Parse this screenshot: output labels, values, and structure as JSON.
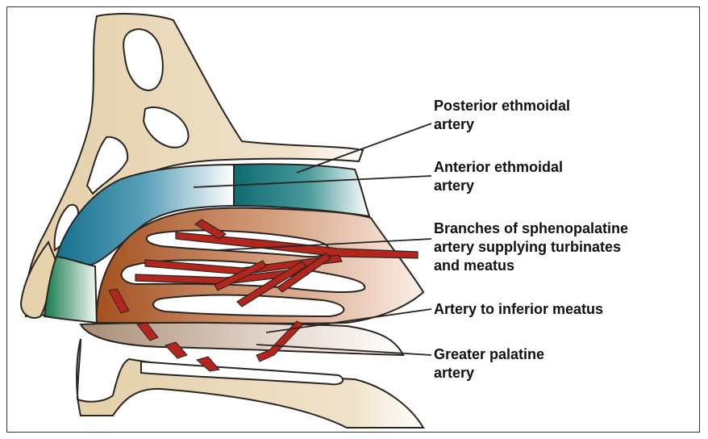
{
  "labels": {
    "posterior_ethmoidal": [
      "Posterior ethmoidal",
      "artery"
    ],
    "anterior_ethmoidal": [
      "Anterior ethmoidal",
      "artery"
    ],
    "sphenopalatine_branches": [
      "Branches of sphenopalatine",
      "artery supplying turbinates",
      "and meatus"
    ],
    "inferior_meatus": [
      "Artery to inferior meatus"
    ],
    "greater_palatine": [
      "Greater palatine",
      "artery"
    ]
  },
  "colors": {
    "bone": "#e8d6b4",
    "bone_outline": "#2a2520",
    "posterior_region": "#0f6e74",
    "anterior_region": "#1d7ea0",
    "anterior_front": "#1a8a55",
    "turbinate_region": "#b25a2a",
    "artery": "#b3261e",
    "palate": "#b79c87"
  }
}
